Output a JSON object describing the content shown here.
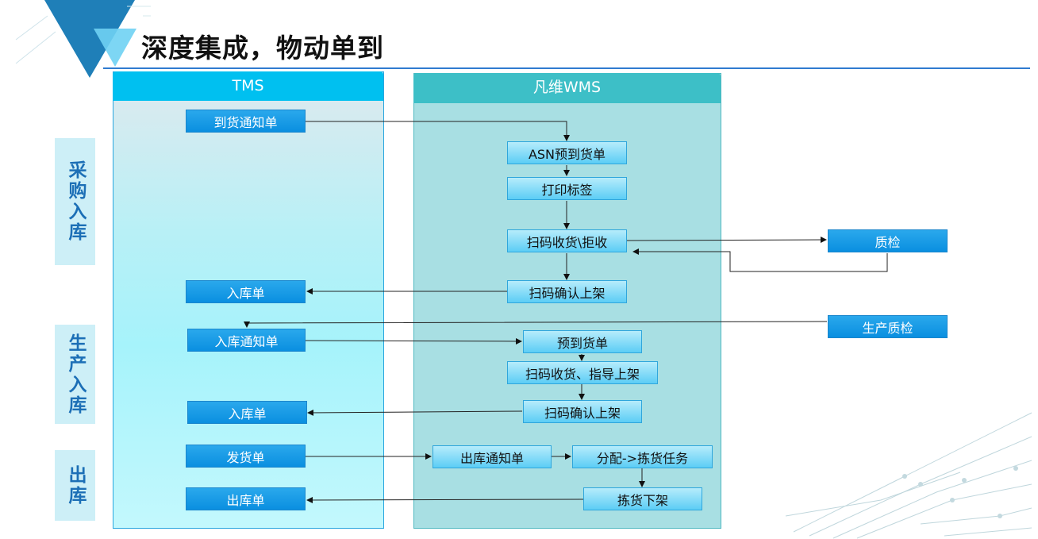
{
  "slide": {
    "title": "深度集成，物动单到",
    "lanes": {
      "tms": "TMS",
      "wms": "凡维WMS"
    },
    "categories": {
      "purchase_in": "采购入库",
      "production_in": "生产入库",
      "outbound": "出库"
    },
    "tms_boxes": {
      "arrival_notice": "到货通知单",
      "inbound_order_1": "入库单",
      "inbound_notice": "入库通知单",
      "inbound_order_2": "入库单",
      "delivery_order": "发货单",
      "outbound_order": "出库单"
    },
    "wms_boxes": {
      "asn": "ASN预到货单",
      "print_label": "打印标签",
      "scan_receive_reject": "扫码收货\\拒收",
      "scan_confirm_shelve_1": "扫码确认上架",
      "pre_arrival": "预到货单",
      "scan_receive_guide": "扫码收货、指导上架",
      "scan_confirm_shelve_2": "扫码确认上架",
      "outbound_notice": "出库通知单",
      "allocate_pick_task": "分配->拣货任务",
      "pick_unshelve": "拣货下架"
    },
    "external_boxes": {
      "quality_check": "质检",
      "production_qc": "生产质检"
    },
    "colors": {
      "accent": "#00c0f0",
      "wms_header": "#3dbfc7",
      "box_blue": "#0a8fe0",
      "category_text": "#1c6fb6"
    }
  }
}
